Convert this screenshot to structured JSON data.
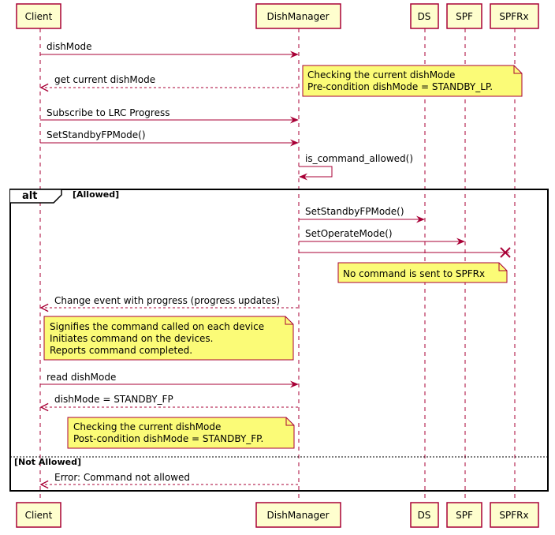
{
  "participants": [
    {
      "id": "client",
      "label": "Client"
    },
    {
      "id": "dishmanager",
      "label": "DishManager"
    },
    {
      "id": "ds",
      "label": "DS"
    },
    {
      "id": "spf",
      "label": "SPF"
    },
    {
      "id": "spfrx",
      "label": "SPFRx"
    }
  ],
  "messages": [
    {
      "label": "dishMode"
    },
    {
      "label": "get current dishMode"
    },
    {
      "label": "Subscribe to LRC Progress"
    },
    {
      "label": "SetStandbyFPMode()"
    },
    {
      "label": "is_command_allowed()"
    },
    {
      "label": "SetStandbyFPMode()"
    },
    {
      "label": "SetOperateMode()"
    },
    {
      "label": ""
    },
    {
      "label": "Change event with progress (progress updates)"
    },
    {
      "label": "read dishMode"
    },
    {
      "label": "dishMode = STANDBY_FP"
    },
    {
      "label": "Error: Command not allowed"
    }
  ],
  "notes": [
    {
      "lines": [
        "Checking the current dishMode",
        "Pre-condition dishMode = STANDBY_LP."
      ]
    },
    {
      "lines": [
        "No command is sent to SPFRx"
      ]
    },
    {
      "lines": [
        "Signifies the command called on each device",
        "Initiates command on the devices.",
        "Reports command completed."
      ]
    },
    {
      "lines": [
        "Checking the current dishMode",
        "Post-condition dishMode = STANDBY_FP."
      ]
    }
  ],
  "alt": {
    "keyword": "alt",
    "guard1": "[Allowed]",
    "guard2": "[Not Allowed]"
  },
  "colors": {
    "participant_fill": "#FEFECE",
    "participant_border": "#A80036",
    "arrow": "#A80036",
    "lifeline": "#A80036",
    "note_fill": "#FBFB77",
    "note_border": "#A80036",
    "frame": "#000000"
  }
}
